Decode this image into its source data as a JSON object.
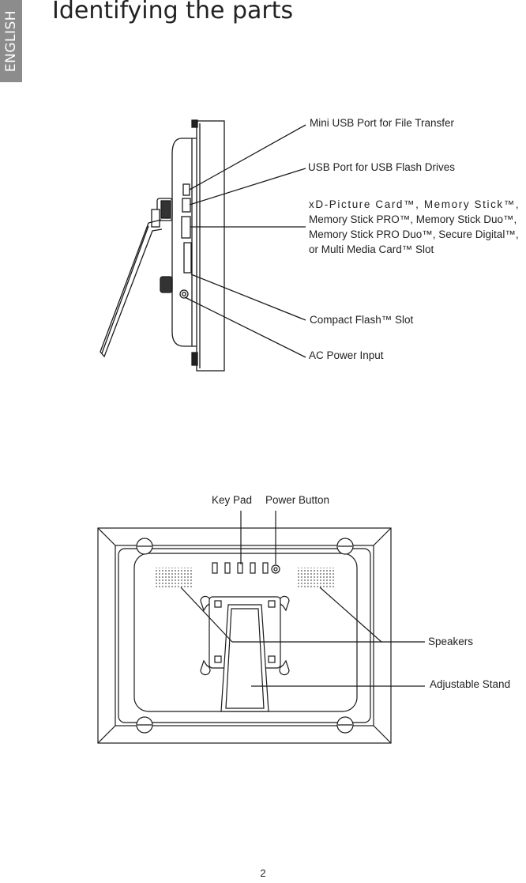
{
  "side_tab": "ENGLISH",
  "title": "Identifying the parts",
  "side_view": {
    "labels": [
      "Mini USB Port for File Transfer",
      "USB Port for USB Flash Drives",
      "Compact Flash™ Slot",
      "AC Power Input"
    ],
    "memory_card_lines": [
      "xD-Picture Card™, Memory Stick™,",
      "Memory Stick PRO™, Memory Stick Duo™,",
      "Memory Stick PRO Duo™, Secure Digital™,",
      "or Multi Media Card™ Slot"
    ]
  },
  "back_view": {
    "key_pad": "Key Pad",
    "power_button": "Power Button",
    "speakers": "Speakers",
    "adjustable_stand": "Adjustable Stand"
  },
  "page_number": "2"
}
